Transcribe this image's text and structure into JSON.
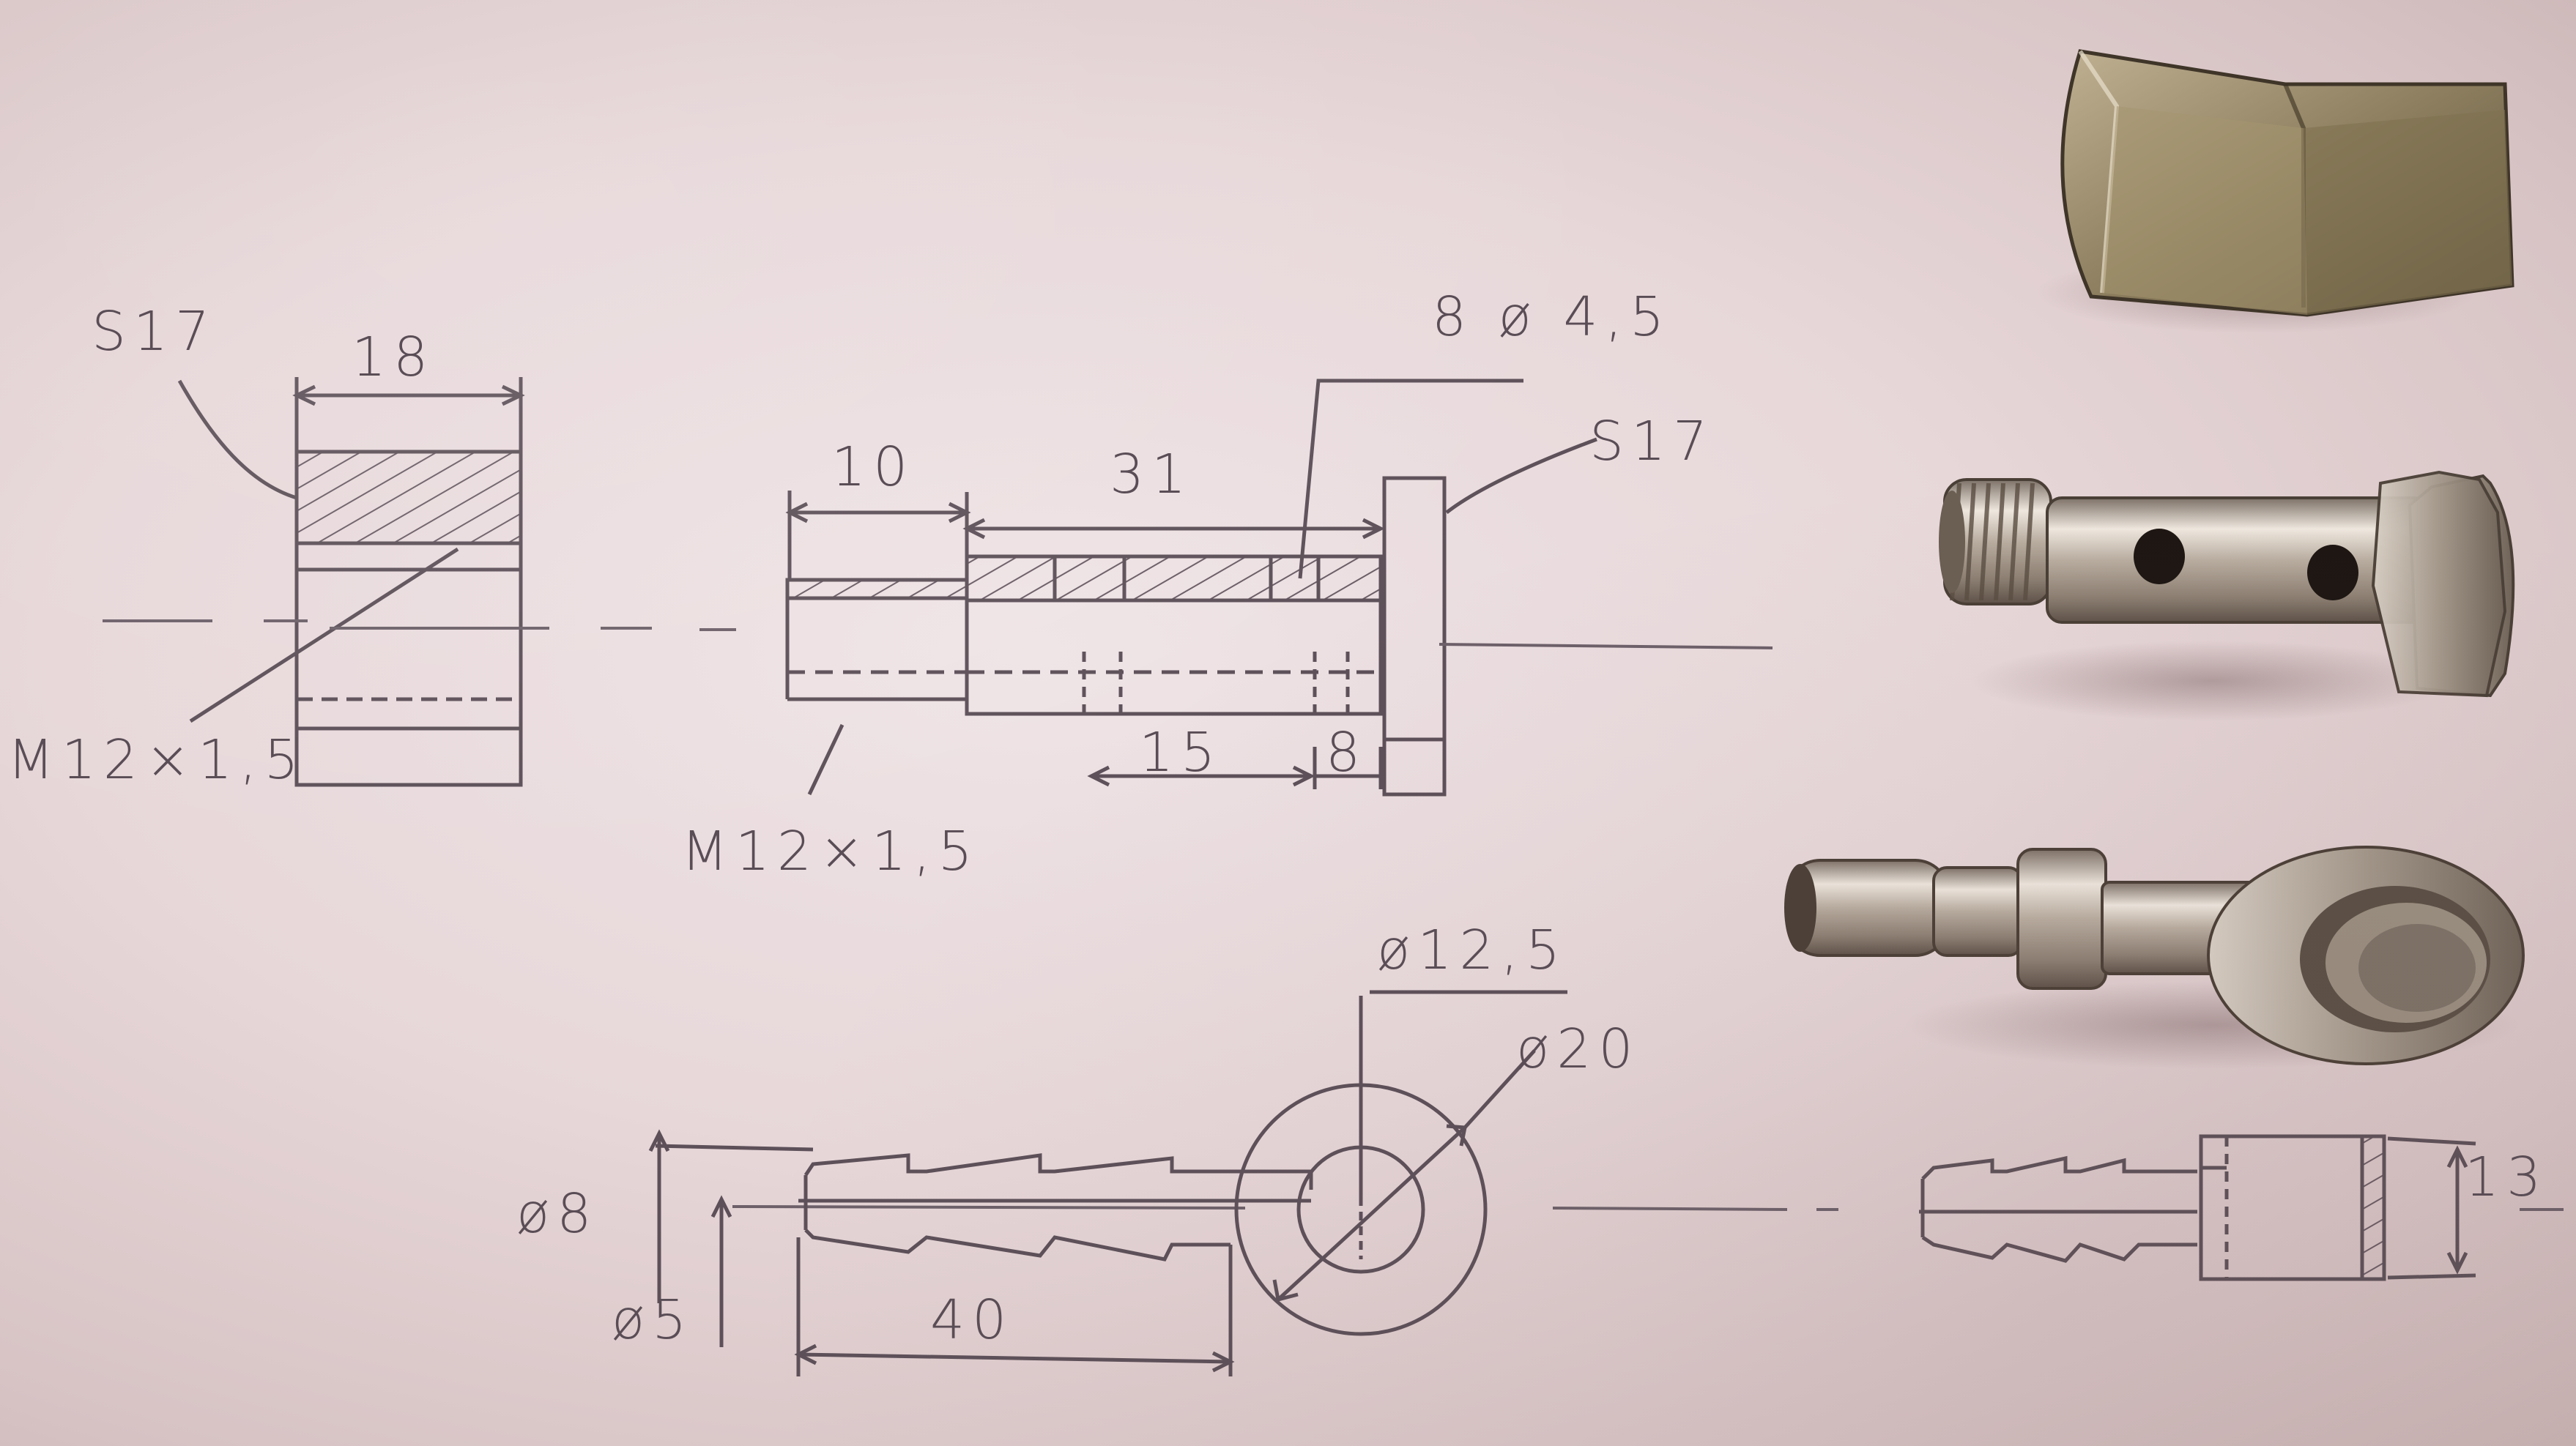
{
  "photo": {
    "paper_color": "#e9dbdd",
    "pencil_color": "#5a4d55",
    "metal_color": "#b8aea3"
  },
  "nut_drawing": {
    "across_flats": "S17",
    "width": "18",
    "thread": "M12×1,5"
  },
  "bolt_drawing": {
    "thread_length": "10",
    "body_length": "31",
    "holes": "8 ø 4,5",
    "head_across_flats": "S17",
    "thread": "M12×1,5",
    "hole_spacing": "15",
    "head_gap": "8"
  },
  "banjo_drawing": {
    "ring_inner_dia": "ø12,5",
    "ring_outer_dia": "ø20",
    "barb_dia": "ø8",
    "bore_dia": "ø5",
    "barb_length": "40",
    "ring_width": "13"
  }
}
